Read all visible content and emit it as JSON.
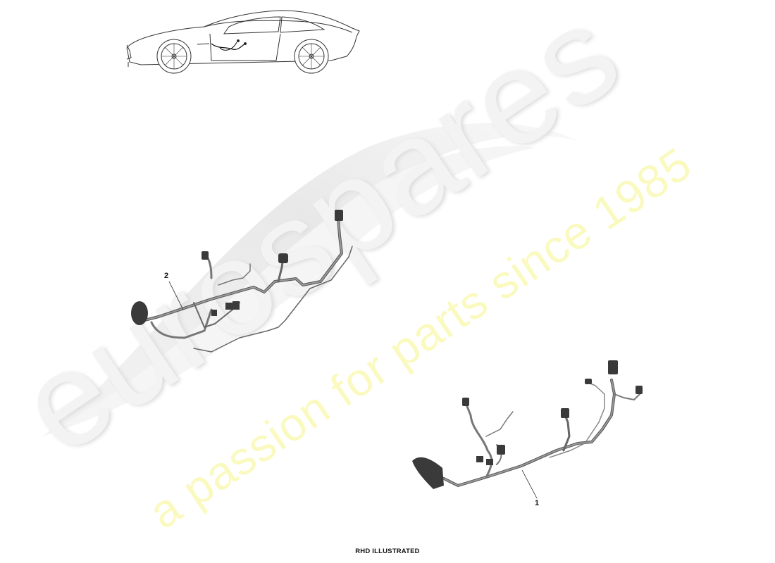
{
  "diagram": {
    "title_view": "car-side-view-reference",
    "footer_note": "RHD ILLUSTRATED",
    "callouts": [
      {
        "number": "2",
        "part": "wiring-harness-upper"
      },
      {
        "number": "1",
        "part": "wiring-harness-lower"
      }
    ]
  },
  "watermark": {
    "brand": "eurospares",
    "tagline": "a passion for parts since 1985",
    "brand_color": "#f0f0f0",
    "tagline_color": "#fafac0"
  }
}
